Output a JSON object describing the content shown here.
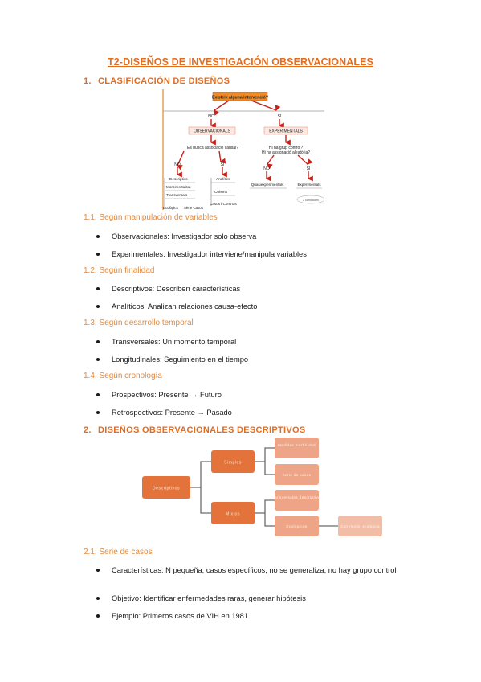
{
  "title": "T2-DISEÑOS DE INVESTIGACIÓN OBSERVACIONALES",
  "section1": {
    "number": "1.",
    "label": "CLASIFICACIÓN DE DISEÑOS"
  },
  "diagram1": {
    "root": "Existeix alguna intervenció?",
    "no": "NO",
    "si": "SI",
    "observacionals": "OBSERVACIONALS",
    "experimentals": "EXPERIMENTALS",
    "q_obs": "Es busca associació causal?",
    "q_exp_1": "Hi ha grup control?",
    "q_exp_2": "Hi ha assignació aleatòria?",
    "obs_no": "NO",
    "obs_si": "SI",
    "exp_no": "NO",
    "exp_si": "SI",
    "descriptius": "Descriptius",
    "morbimortalitat": "Morbimortalitat",
    "transversals": "Transversals",
    "ecologics": "Ecològics",
    "serie_casos": "Sèrie Casos",
    "analitics": "Analítics",
    "cohorts": "Cohorts",
    "casos_controls": "Casos i Controls",
    "quasiexperimentals": "Quasiexperimentals",
    "experimentals_leaf": "Experimentals",
    "condicions": "2 condicions"
  },
  "sub11": {
    "label": "1.1. Según manipulación de variables",
    "items": [
      "Observacionales: Investigador solo observa",
      "Experimentales: Investigador interviene/manipula variables"
    ]
  },
  "sub12": {
    "label": "1.2. Según finalidad",
    "items": [
      "Descriptivos: Describen características",
      "Analíticos: Analizan relaciones causa-efecto"
    ]
  },
  "sub13": {
    "label": "1.3. Según desarrollo temporal",
    "items": [
      "Transversales: Un momento temporal",
      "Longitudinales: Seguimiento en el tiempo"
    ]
  },
  "sub14": {
    "label": "1.4. Según cronología",
    "items": [
      "Prospectivos: Presente → Futuro",
      "Retrospectivos: Presente → Pasado"
    ]
  },
  "section2": {
    "number": "2.",
    "label": "DISEÑOS OBSERVACIONALES DESCRIPTIVOS"
  },
  "diagram2": {
    "root": "Descriptivos",
    "simples": "Simples",
    "mixtos": "Mixtos",
    "simples_a": "Medidas morbilidad",
    "simples_b": "Serie de casos",
    "mixtos_a": "Transversales descriptivos",
    "mixtos_b": "Ecológicos",
    "mixtos_b_child": "Correlación ecológica"
  },
  "sub21": {
    "label": "2.1. Serie de casos",
    "items": [
      "Características: N pequeña, casos específicos, no se generaliza, no hay grupo control",
      "Objetivo: Identificar enfermedades raras, generar hipótesis",
      "Ejemplo: Primeros casos de VIH en 1981"
    ]
  },
  "colors": {
    "accent": "#e36c1f",
    "accent_light": "#e38a3d",
    "box_dark": "#e3733a",
    "box_light": "#eea487",
    "arrow_red": "#c9201a"
  }
}
